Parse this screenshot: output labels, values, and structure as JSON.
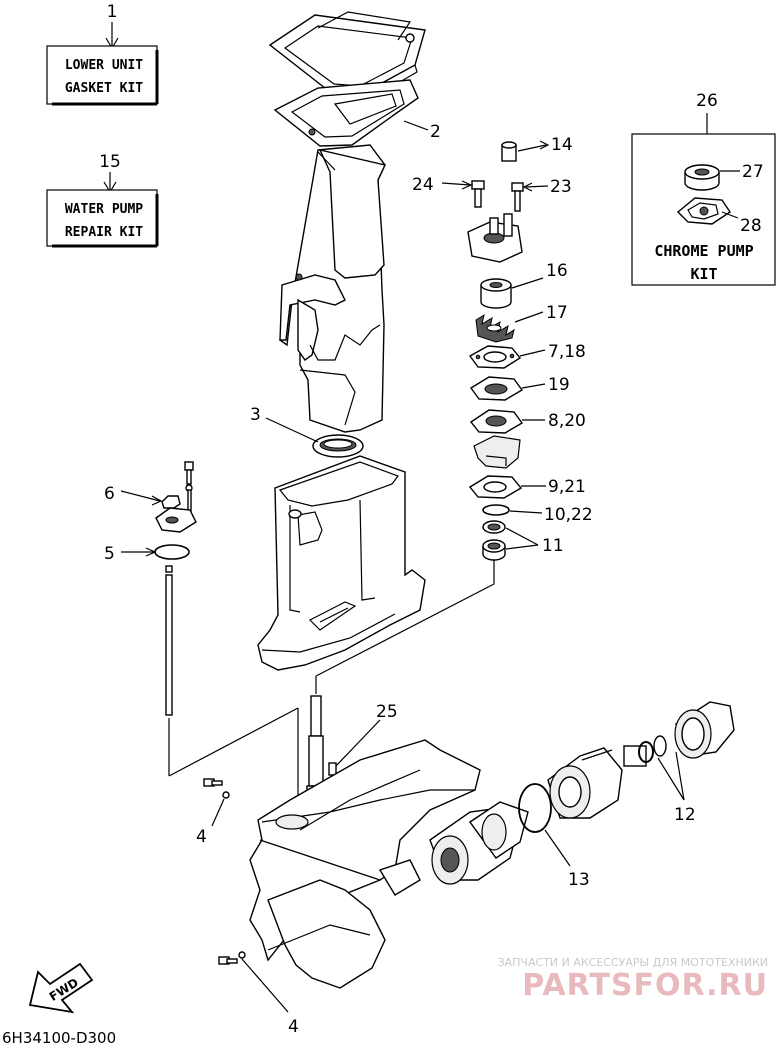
{
  "diagram": {
    "kits": {
      "lower_unit": {
        "number": "1",
        "line1": "LOWER UNIT",
        "line2": "GASKET KIT"
      },
      "water_pump": {
        "number": "15",
        "line1": "WATER PUMP",
        "line2": "REPAIR KIT"
      },
      "chrome_pump": {
        "number": "26",
        "line1": "CHROME PUMP",
        "line2": "KIT"
      }
    },
    "callouts": {
      "c2": "2",
      "c3": "3",
      "c4a": "4",
      "c4b": "4",
      "c5": "5",
      "c6": "6",
      "c11": "11",
      "c12": "12",
      "c13": "13",
      "c14": "14",
      "c16": "16",
      "c17": "17",
      "c718": "7,18",
      "c19": "19",
      "c820": "8,20",
      "c921": "9,21",
      "c1022": "10,22",
      "c23": "23",
      "c24": "24",
      "c25": "25",
      "c27": "27",
      "c28": "28"
    },
    "fwd_label": "FWD",
    "diagram_code": "6H34100-D300",
    "watermark": {
      "tagline": "ЗАПЧАСТИ И АКСЕССУАРЫ ДЛЯ МОТОТЕХНИКИ",
      "brand": "PARTSFOR.RU"
    }
  }
}
